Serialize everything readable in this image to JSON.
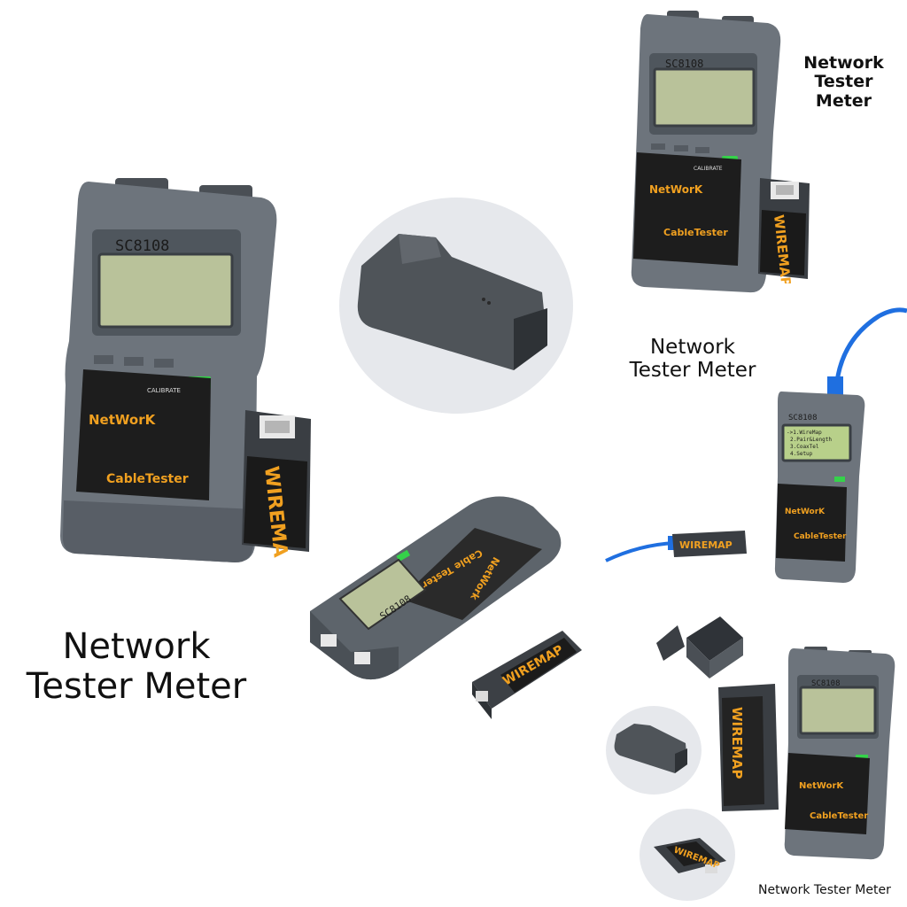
{
  "captions": {
    "main": [
      "Network",
      "Tester Meter"
    ],
    "top_right": [
      "Network",
      "Tester Meter"
    ],
    "middle_right": [
      "Network",
      "Tester Meter"
    ],
    "bottom_right": "Network Tester Meter"
  },
  "device": {
    "model": "SC8108",
    "brand_line1": "NetWorK",
    "brand_line2": "CableTester",
    "calibrate_label": "CALIBRATE",
    "menu_lines": [
      "->1.WireMap",
      "2.Pair&Length",
      "3.CoaxTel",
      "4.Setup"
    ]
  },
  "remote": {
    "label": "WIREMAP"
  },
  "angled_device": {
    "model": "SC8108",
    "brand_line1": "NetWork",
    "brand_line2": "Cable Tester"
  },
  "colors": {
    "body": "#6d747c",
    "panel": "#1d1d1d",
    "accent_text": "#f0a020",
    "lcd": "#b9c29a",
    "led": "#35d24a",
    "cable": "#1f6fe0"
  }
}
